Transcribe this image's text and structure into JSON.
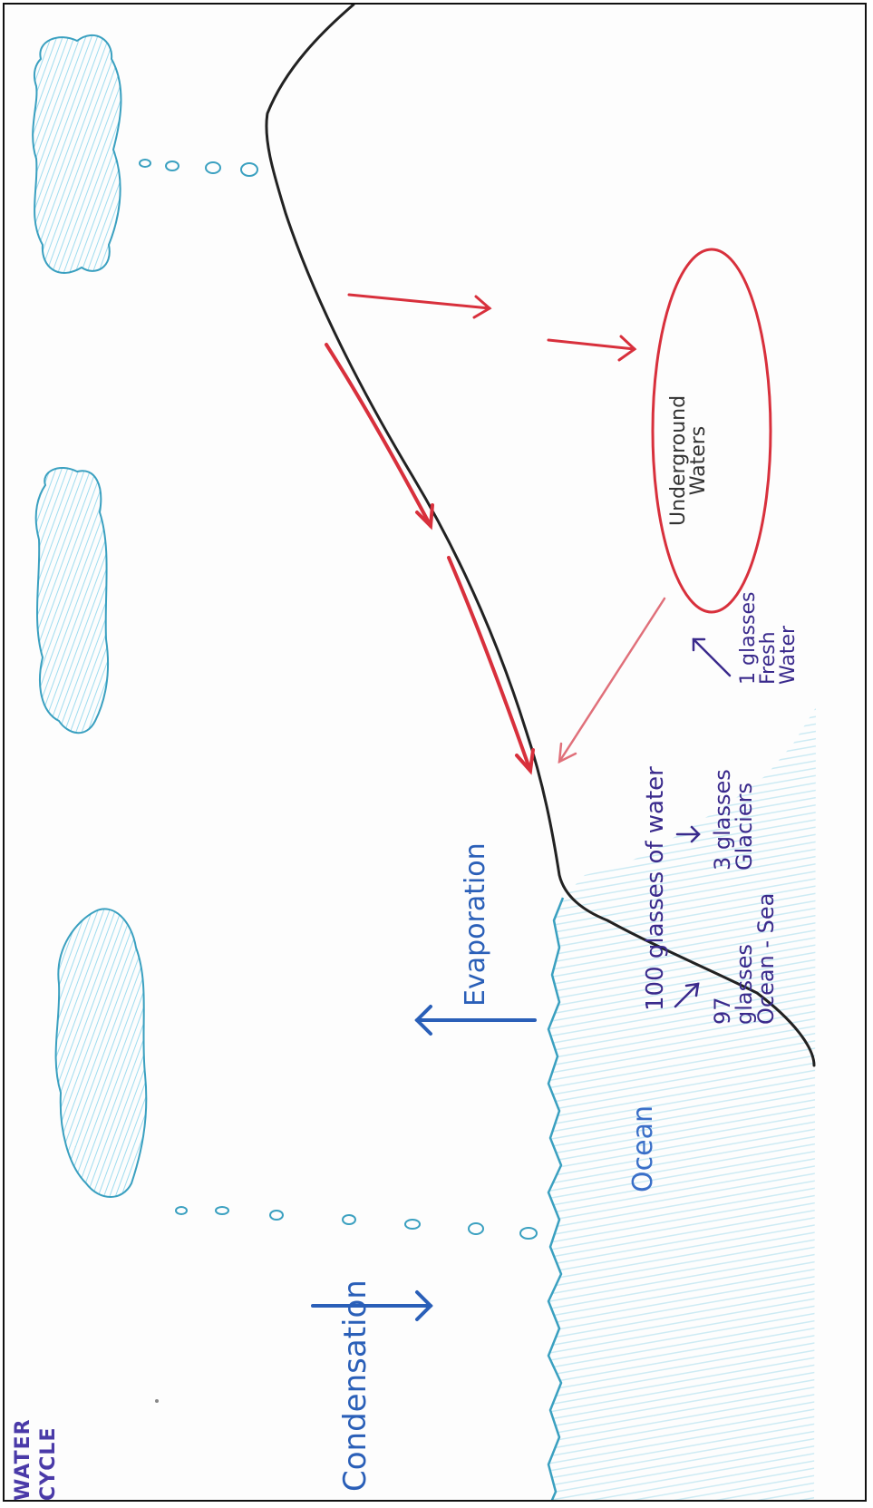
{
  "title": [
    "WATER",
    "CYCLE"
  ],
  "labels": {
    "condensation": "Condensation",
    "evaporation": "Evaporation",
    "ocean": "Ocean",
    "underground": [
      "Underground",
      "Waters"
    ]
  },
  "water_breakdown": {
    "total": "100 glasses of water",
    "ocean": [
      "97",
      "glasses",
      "Ocean - Sea"
    ],
    "glaciers": [
      "3 glasses",
      "Glaciers"
    ],
    "fresh": [
      "1 glasses",
      "Fresh",
      "Water"
    ]
  },
  "colors": {
    "cloud": "#8fd4ea",
    "cloud_stroke": "#3aa0c0",
    "ocean": "#bfe7f2",
    "land_line": "#222222",
    "red_arrow": "#d8303c",
    "blue_arrow": "#2a5fb8",
    "purple_text": "#3a2a8c"
  }
}
